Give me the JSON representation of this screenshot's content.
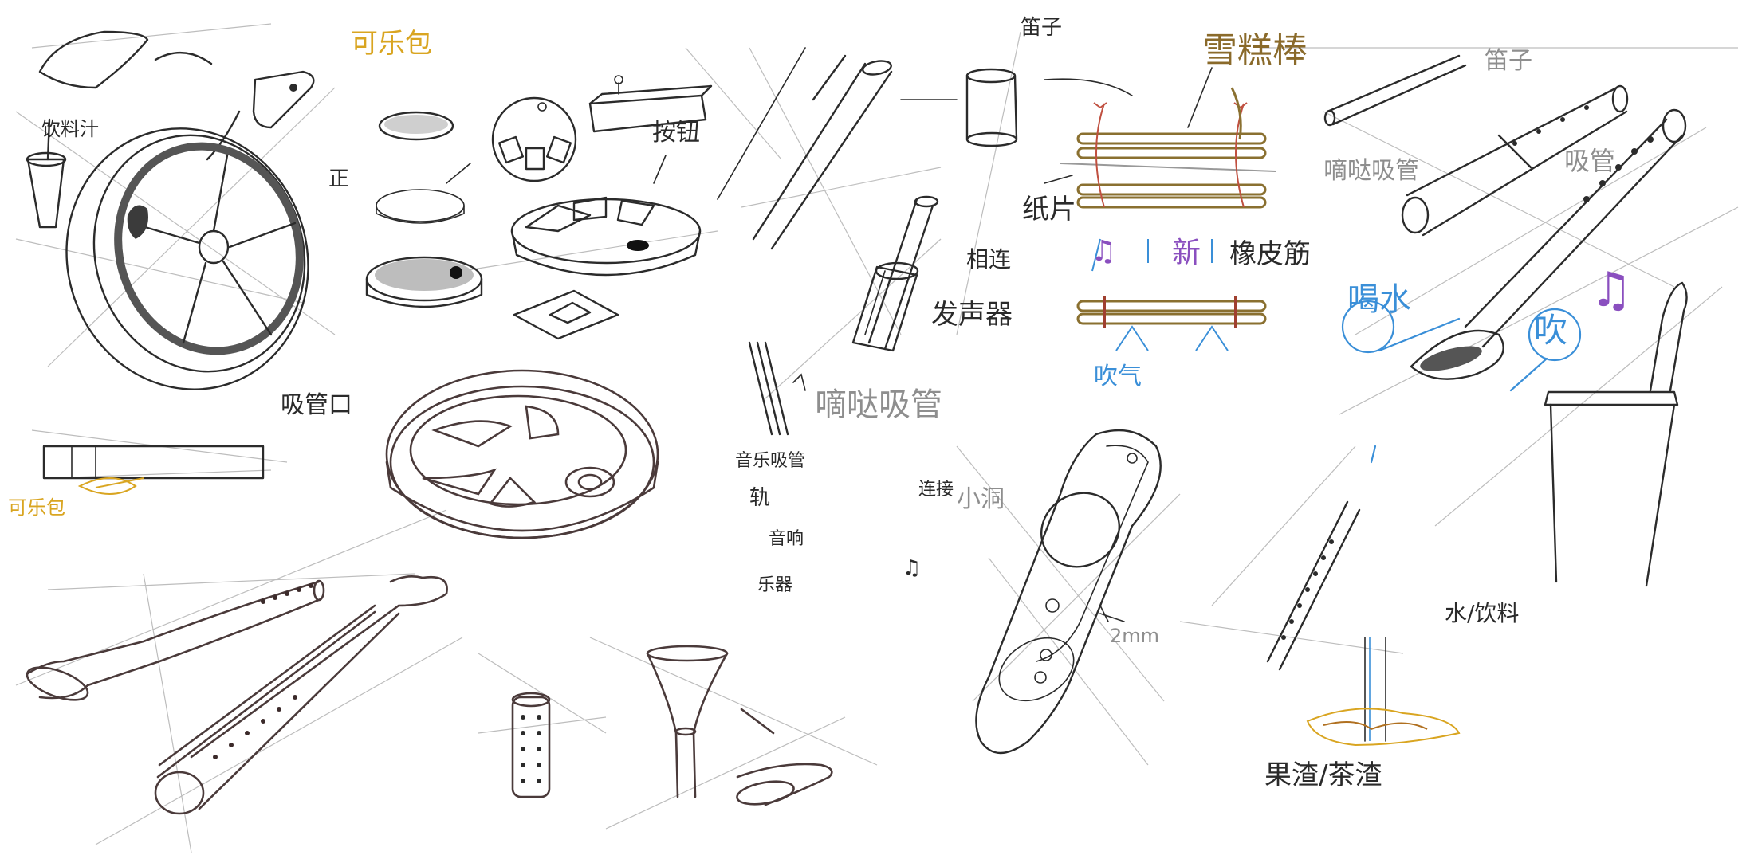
{
  "labels": {
    "cola_pack_1": "可乐包",
    "cola_pack_2": "可乐包",
    "drink_juice": "饮料汁",
    "front": "正",
    "straw_mouth": "吸管口",
    "button": "按钮",
    "flute": "笛子",
    "popsicle_stick": "雪糕棒",
    "paper_sheet": "纸片",
    "new": "新",
    "rubber_band": "橡皮筋",
    "blow_air": "吹气",
    "suona_straw": "嘀哒吸管",
    "connected": "相连",
    "sound_maker": "发声器",
    "music_straw": "音乐吸管",
    "rail": "轨",
    "sound_hole": "音响",
    "instrument": "乐器",
    "connect_2": "连接",
    "small_hole": "小洞",
    "thickness": "2mm",
    "suona_tube": "嘀哒吸管",
    "flute_right": "笛子",
    "straw_right": "吸管",
    "drink_water": "喝水",
    "blow": "吹",
    "water_drink": "水/饮料",
    "fruit_tea": "果渣/茶渣"
  },
  "colors": {
    "ink": "#2a2a2a",
    "gold": "#d9a521",
    "brown": "#8a6a2a",
    "blue": "#3a8fd8",
    "purple": "#8a4fbf",
    "guide": "#b8b8b8"
  },
  "icons": {
    "music_note_1": "music-note-icon",
    "music_note_2": "music-note-icon",
    "music_note_3": "music-note-icon"
  }
}
